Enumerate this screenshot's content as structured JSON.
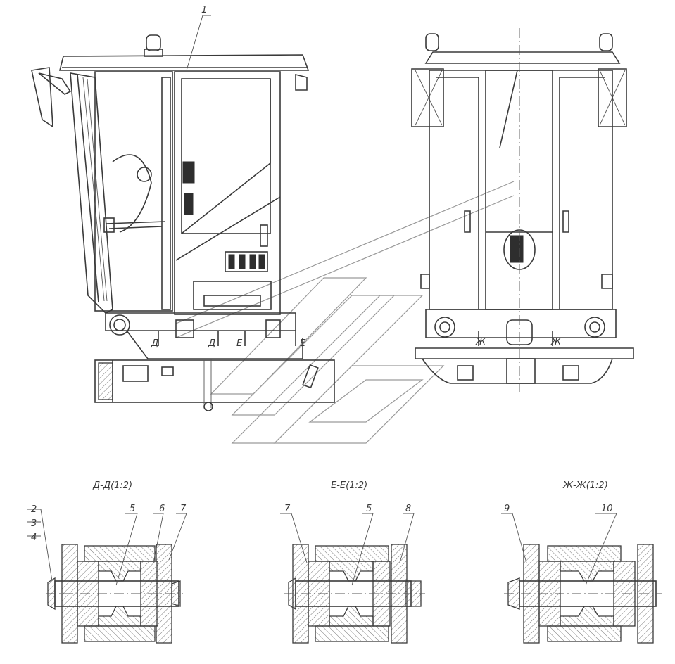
{
  "views": {
    "side": {
      "callout": "1"
    },
    "front": {}
  },
  "cut_markers": [
    "Д",
    "Д",
    "Е",
    "Е",
    "Ж",
    "Ж"
  ],
  "sections": [
    {
      "title": "Д-Д(1:2)",
      "labels": [
        "2",
        "3",
        "4",
        "5",
        "6",
        "7"
      ]
    },
    {
      "title": "Е-Е(1:2)",
      "labels": [
        "7",
        "5",
        "8"
      ]
    },
    {
      "title": "Ж-Ж(1:2)",
      "labels": [
        "9",
        "10"
      ]
    }
  ]
}
